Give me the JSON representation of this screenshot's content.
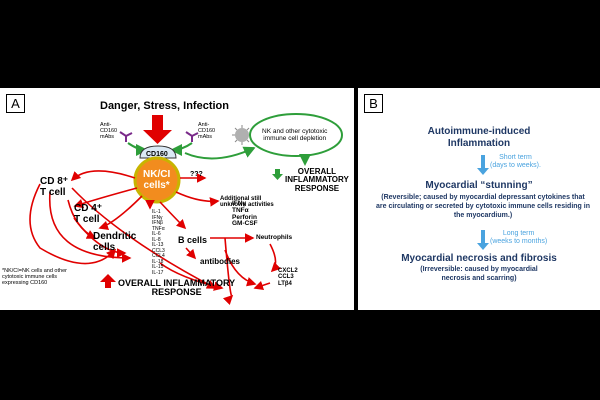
{
  "panel_a": {
    "label": "A",
    "header": "Danger, Stress, Infection",
    "anti_left": "Anti-\nCD160\nmAbs",
    "anti_right": "Anti-\nCD160\nmAbs",
    "cd160": "CD160",
    "cell": "NK/CI\ncells*",
    "qqq": "???",
    "nk_depletion": "NK and other cytotoxic\nimmune cell depletion",
    "overall_green": "OVERALL\nINFLAMMATORY\nRESPONSE",
    "additional": "Additional still\nunknown activities",
    "cd8": "CD 8⁺\nT cell",
    "cd4": "CD 4⁺\nT cell",
    "dendritic": "Dendritic\ncells",
    "cytokines_left": "IL-1\nIFNγ\nIFNβ\nTNFα\nIL-6\nIL-8\nIL-13\nCCL3\nCCL4\nIL-18\nIL-15\nIL-17",
    "cytokines_right": "IFNγ\nTNFα\nPerforin\nGM-CSF",
    "b_cells": "B cells",
    "neutrophils": "Neutrophils",
    "antibodies": "antibodies",
    "chemokines": "CXCL2\nCCL3\nLTβ4",
    "footnote": "*NK/CI=NK cells and other\ncytotoxic immune cells\nexpressing CD160",
    "overall_red": "OVERALL INFLAMMATORY\nRESPONSE"
  },
  "panel_b": {
    "label": "B",
    "title1": "Autoimmune-induced\nInflammation",
    "short_term": "Short term\n(days to weeks).",
    "title2": "Myocardial “stunning”",
    "sub2": "(Reversible; caused by myocardial depressant cytokines that are circulating or secreted by cytotoxic immune cells residing in the myocardium.)",
    "long_term": "Long term\n(weeks to months)",
    "title3": "Myocardial necrosis and fibrosis",
    "sub3": "(Irreversible: caused by myocardial\nnecrosis and scarring)"
  },
  "colors": {
    "red_arrow": "#e00000",
    "green_arrow": "#2e9e3a",
    "cell_fill": "#f28c1e",
    "cell_border": "#c8b400",
    "cd160_fill": "#dbe9f5",
    "navy_text": "#1f3864",
    "light_blue": "#4aa3df"
  },
  "icons": [
    "down-arrow-icon",
    "antibody-icon",
    "virus-icon",
    "up-arrow-icon"
  ]
}
